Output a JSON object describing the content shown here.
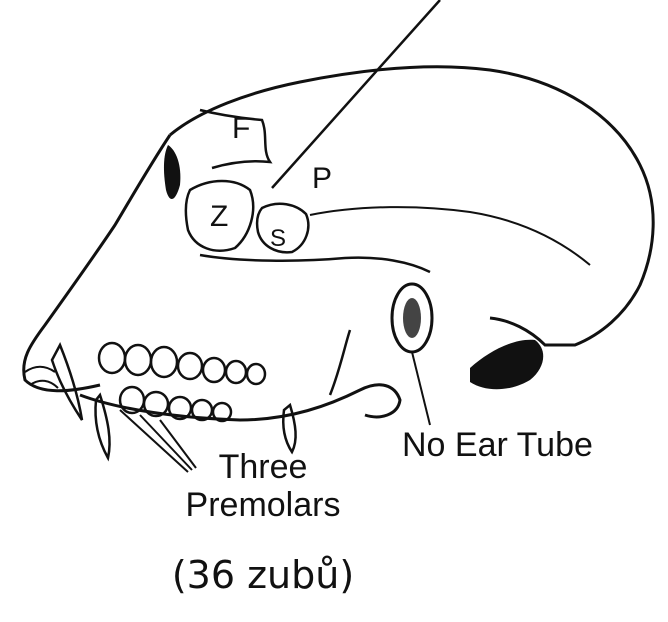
{
  "diagram": {
    "bone_labels": {
      "frontal": "F",
      "parietal": "P",
      "zygomatic": "Z",
      "sphenoid": "S"
    },
    "annotations": {
      "premolars_line1": "Three",
      "premolars_line2": "Premolars",
      "ear": "No Ear Tube",
      "tooth_count": "(36 zubů)"
    },
    "colors": {
      "ink": "#111111",
      "background": "#ffffff"
    }
  }
}
